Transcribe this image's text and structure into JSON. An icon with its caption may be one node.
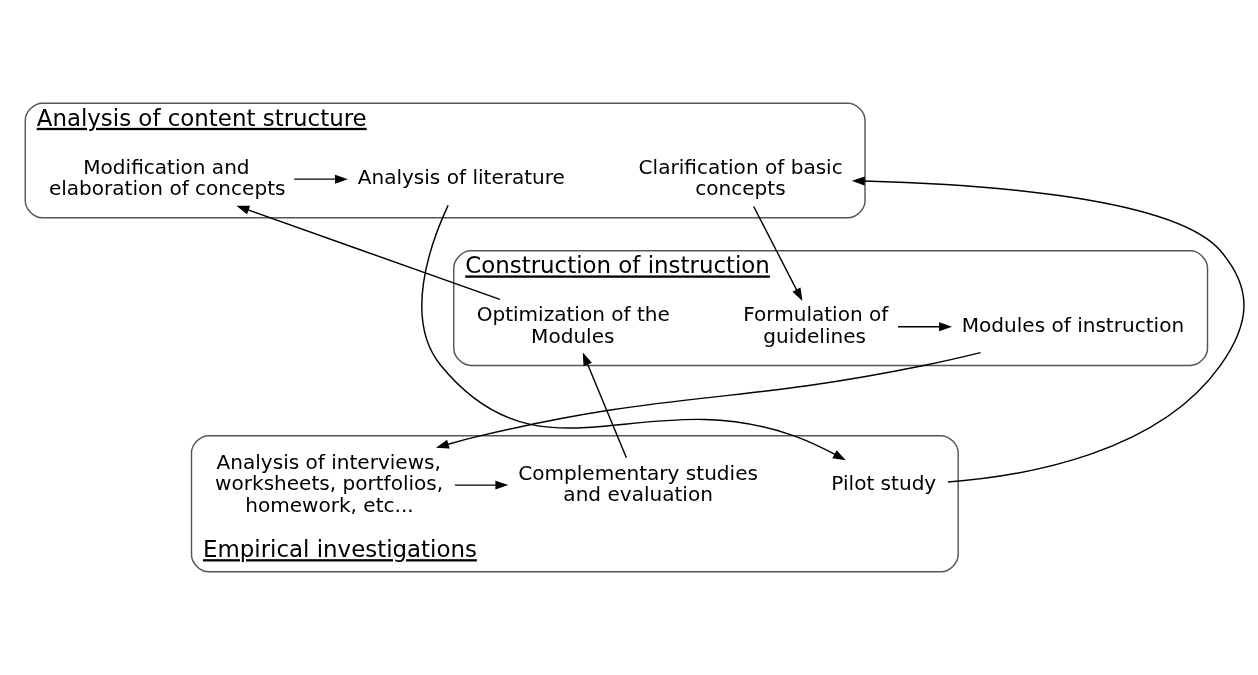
{
  "diagram": {
    "nodes": [
      {
        "text": [
          "Analysis of content structure"
        ]
      },
      {
        "text": [
          "Analysis of literature"
        ],
        "in": 0
      },
      {
        "text": [
          "Clarification of basic concepts"
        ],
        "in": 0
      },
      {
        "text": [
          "Modification and elaboration of concepts"
        ],
        "in": 0
      },
      {
        "text": [
          "Construction of instruction"
        ]
      },
      {
        "text": [
          "Formulation of guidelines"
        ],
        "in": 4
      },
      {
        "text": [
          "Modules of instruction"
        ],
        "in": 4
      },
      {
        "text": [
          "Optimization of the Modules"
        ],
        "in": 4
      },
      {
        "text": [
          "Empirical investigations"
        ]
      },
      {
        "text": [
          "Pilot study"
        ],
        "in": 8
      },
      {
        "text": [
          "Analysis of interviews, worksheets, portfolios, homework, etc..."
        ],
        "in": 8
      },
      {
        "text": [
          "Complementary studies and evaluation"
        ],
        "in": 8
      }
    ],
    "edges": [
      {
        "from": 3,
        "to": 1,
        "arrow": "to"
      },
      {
        "from": 1,
        "to": 9,
        "arrow": "to"
      },
      {
        "from": 9,
        "to": 2,
        "arrow": "to"
      },
      {
        "from": 2,
        "to": 5,
        "arrow": "to"
      },
      {
        "from": 5,
        "to": 6,
        "arrow": "to"
      },
      {
        "from": 6,
        "to": 10,
        "arrow": "to"
      },
      {
        "from": 10,
        "to": 11,
        "arrow": "to"
      },
      {
        "from": 11,
        "to": 7,
        "arrow": "to"
      },
      {
        "from": 7,
        "to": 3,
        "arrow": "to"
      }
    ]
  }
}
